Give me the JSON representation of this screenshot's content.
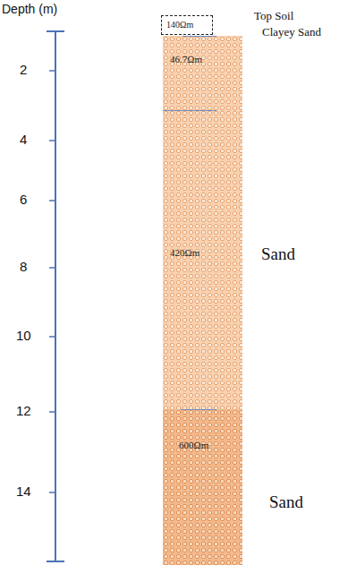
{
  "diagram": {
    "nodes": [
      {
        "text": [
          "140Ωm",
          "Top Soil"
        ]
      },
      {
        "text": [
          "46.7Ωm",
          "Clayey Sand"
        ]
      },
      {
        "text": [
          "420Ωm",
          "Sand"
        ]
      },
      {
        "text": [
          "600Ωm",
          "Sand"
        ]
      }
    ],
    "labels": [
      "Depth (m)",
      "2",
      "4",
      "6",
      "8",
      "10",
      "12",
      "14"
    ]
  }
}
